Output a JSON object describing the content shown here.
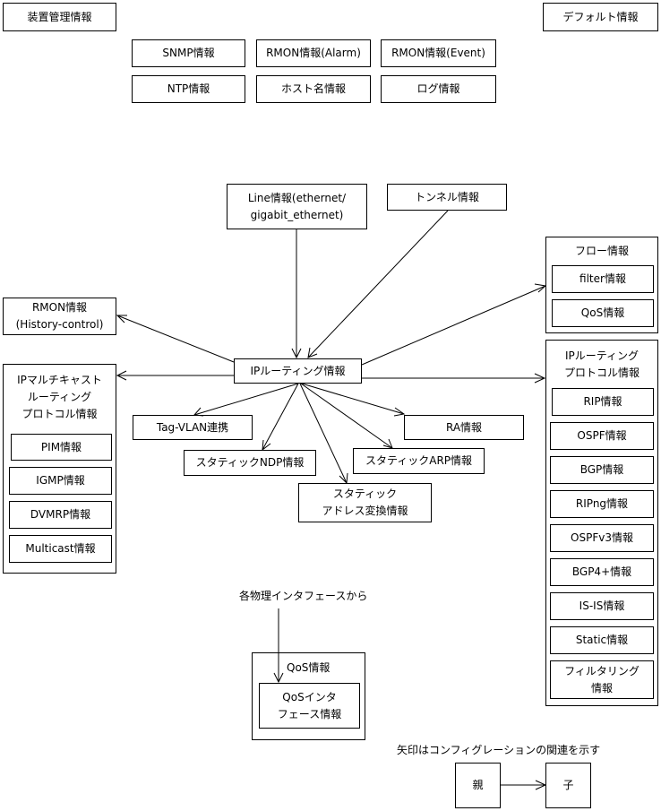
{
  "diagram": {
    "device_management": "装置管理情報",
    "default_info": "デフォルト情報",
    "device_children": [
      "SNMP情報",
      "RMON情報(Alarm)",
      "RMON情報(Event)",
      "NTP情報",
      "ホスト名情報",
      "ログ情報"
    ],
    "line_info": "Line情報(ethernet/\ngigabit_ethernet)",
    "tunnel_info": "トンネル情報",
    "ip_routing": "IPルーティング情報",
    "rmon_history": "RMON情報\n(History-control)",
    "flow_group": {
      "title": "フロー情報",
      "items": [
        "filter情報",
        "QoS情報"
      ]
    },
    "routing_protocol_group": {
      "title": "IPルーティング\nプロトコル情報",
      "items": [
        "RIP情報",
        "OSPF情報",
        "BGP情報",
        "RIPng情報",
        "OSPFv3情報",
        "BGP4+情報",
        "IS-IS情報",
        "Static情報",
        "フィルタリング\n情報"
      ]
    },
    "multicast_group": {
      "title": "IPマルチキャスト\nルーティング\nプロトコル情報",
      "items": [
        "PIM情報",
        "IGMP情報",
        "DVMRP情報",
        "Multicast情報"
      ]
    },
    "tag_vlan": "Tag-VLAN連携",
    "static_ndp": "スタティックNDP情報",
    "static_address_translation": "スタティック\nアドレス変換情報",
    "static_arp": "スタティックARP情報",
    "ra_info": "RA情報",
    "from_physical_interfaces": "各物理インタフェースから",
    "qos_group": {
      "title": "QoS情報",
      "items": [
        "QoSインタ\nフェース情報"
      ]
    }
  },
  "legend": {
    "caption": "矢印はコンフィグレーションの関連を示す",
    "parent": "親",
    "child": "子"
  }
}
